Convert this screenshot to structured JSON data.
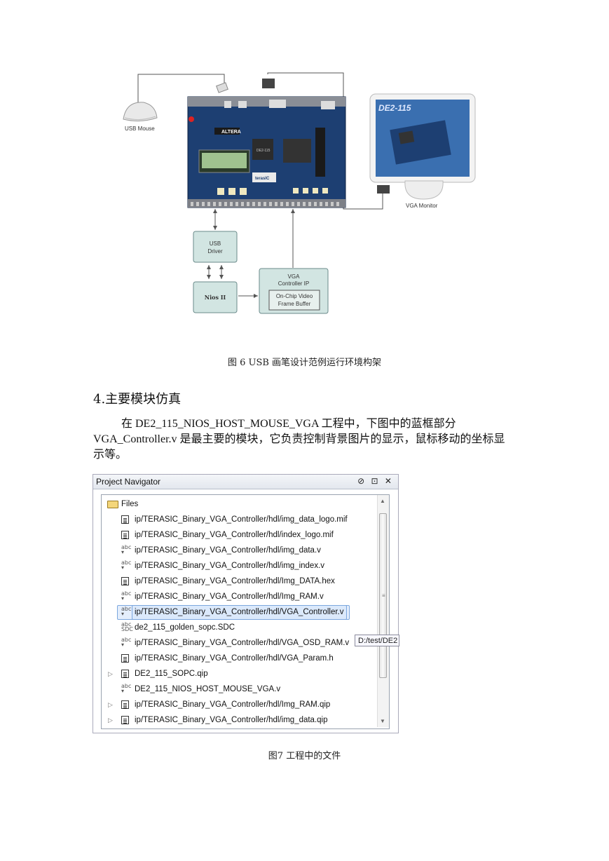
{
  "diagram": {
    "usb_mouse_label": "USB Mouse",
    "vga_monitor_label": "VGA Monitor",
    "monitor_screen_text": "DE2-115",
    "usb_driver_line1": "USB",
    "usb_driver_line2": "Driver",
    "nios_label": "Nios II",
    "vga_controller_line1": "VGA",
    "vga_controller_line2": "Controller IP",
    "framebuffer_line1": "On-Chip Video",
    "framebuffer_line2": "Frame Buffer",
    "board_logo": "ALTERA",
    "board_brand": "terasIC",
    "board_model": "DE2-115"
  },
  "fig6_caption": "图 6 USB 画笔设计范例运行环境构架",
  "section_heading": "4.主要模块仿真",
  "intro_paragraph": "在 DE2_115_NIOS_HOST_MOUSE_VGA 工程中，下图中的蓝框部分 VGA_Controller.v 是最主要的模块，它负责控制背景图片的显示，鼠标移动的坐标显示等。",
  "navigator": {
    "title": "Project Navigator",
    "controls": "⊘ ⊡ ✕",
    "root_label": "Files",
    "files": [
      {
        "name": "ip/TERASIC_Binary_VGA_Controller/hdl/img_data_logo.mif",
        "icon": "doc-icon",
        "expand": ""
      },
      {
        "name": "ip/TERASIC_Binary_VGA_Controller/hdl/index_logo.mif",
        "icon": "doc-icon",
        "expand": ""
      },
      {
        "name": "ip/TERASIC_Binary_VGA_Controller/hdl/img_data.v",
        "icon": "verilog-icon",
        "expand": ""
      },
      {
        "name": "ip/TERASIC_Binary_VGA_Controller/hdl/img_index.v",
        "icon": "verilog-icon",
        "expand": ""
      },
      {
        "name": "ip/TERASIC_Binary_VGA_Controller/hdl/Img_DATA.hex",
        "icon": "doc-icon",
        "expand": ""
      },
      {
        "name": "ip/TERASIC_Binary_VGA_Controller/hdl/Img_RAM.v",
        "icon": "verilog-icon",
        "expand": ""
      },
      {
        "name": "ip/TERASIC_Binary_VGA_Controller/hdl/VGA_Controller.v",
        "icon": "verilog-icon",
        "expand": "",
        "selected": true
      },
      {
        "name": "de2_115_golden_sopc.SDC",
        "icon": "sdc-icon",
        "expand": ""
      },
      {
        "name": "ip/TERASIC_Binary_VGA_Controller/hdl/VGA_OSD_RAM.v",
        "icon": "verilog-icon",
        "expand": ""
      },
      {
        "name": "ip/TERASIC_Binary_VGA_Controller/hdl/VGA_Param.h",
        "icon": "doc-icon",
        "expand": ""
      },
      {
        "name": "DE2_115_SOPC.qip",
        "icon": "doc-icon",
        "expand": "▷"
      },
      {
        "name": "DE2_115_NIOS_HOST_MOUSE_VGA.v",
        "icon": "verilog-icon",
        "expand": ""
      },
      {
        "name": "ip/TERASIC_Binary_VGA_Controller/hdl/Img_RAM.qip",
        "icon": "doc-icon",
        "expand": "▷"
      },
      {
        "name": "ip/TERASIC_Binary_VGA_Controller/hdl/img_data.qip",
        "icon": "doc-icon",
        "expand": "▷"
      }
    ],
    "tooltip": "D:/test/DE2"
  },
  "fig7_caption": "图7 工程中的文件"
}
